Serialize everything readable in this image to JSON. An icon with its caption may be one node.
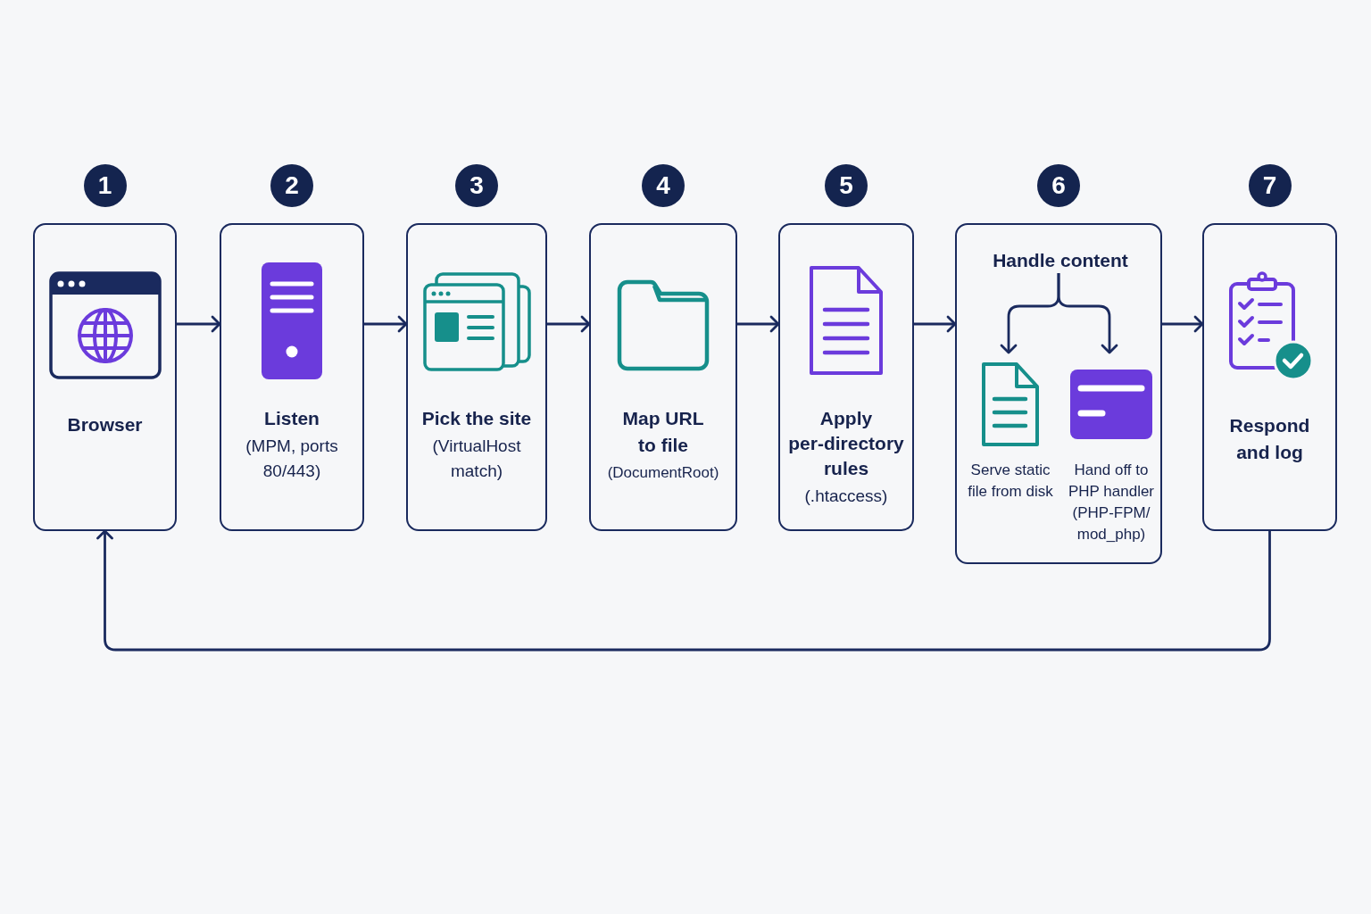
{
  "diagram": {
    "nodes": [
      {
        "text": [
          "Browser"
        ],
        "beside": [
          "1"
        ]
      },
      {
        "text": [
          "Listen",
          "(MPM, ports 80/443)"
        ],
        "beside": [
          "2"
        ]
      },
      {
        "text": [
          "Pick the site",
          "(VirtualHost match)"
        ],
        "beside": [
          "3"
        ]
      },
      {
        "text": [
          "Map URL to file",
          "(DocumentRoot)"
        ],
        "beside": [
          "4"
        ]
      },
      {
        "text": [
          "Apply per-directory rules",
          "(.htaccess)"
        ],
        "beside": [
          "5"
        ]
      },
      {
        "text": [],
        "shape": "box",
        "beside": [
          "6"
        ]
      },
      {
        "text": [
          "Handle content"
        ],
        "in": 5
      },
      {
        "text": [
          "Serve static file from disk"
        ],
        "in": 5
      },
      {
        "text": [
          "Hand off to PHP handler (PHP-FPM/ mod_php)"
        ],
        "in": 5
      },
      {
        "text": [
          "Respond and log"
        ],
        "beside": [
          "7"
        ]
      }
    ],
    "edges": [
      {
        "from": 0,
        "to": 1,
        "arrow": "to"
      },
      {
        "from": 1,
        "to": 2,
        "arrow": "to"
      },
      {
        "from": 2,
        "to": 3,
        "arrow": "to"
      },
      {
        "from": 3,
        "to": 4,
        "arrow": "to"
      },
      {
        "from": 4,
        "to": 5,
        "arrow": "to"
      },
      {
        "from": 6,
        "to": 7,
        "arrow": "to"
      },
      {
        "from": 6,
        "to": 8,
        "arrow": "to"
      },
      {
        "from": 5,
        "to": 9,
        "arrow": "to"
      },
      {
        "from": 9,
        "to": 0,
        "arrow": "to"
      }
    ]
  }
}
